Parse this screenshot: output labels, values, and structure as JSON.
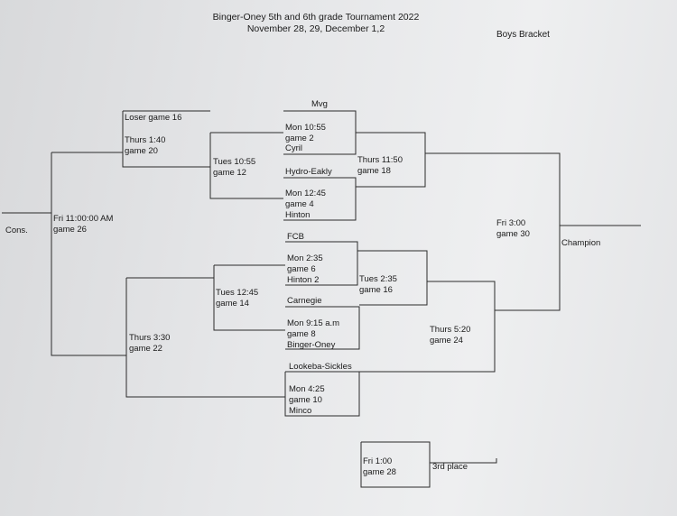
{
  "header": {
    "title": "Binger-Oney 5th and 6th grade Tournament 2022",
    "dates": "November 28, 29,  December 1,2",
    "bracket": "Boys Bracket"
  },
  "games": {
    "g2": {
      "team_top": "Mvg",
      "time": "Mon 10:55",
      "num": "game 2",
      "team_bottom": "Cyril"
    },
    "g4": {
      "team_top": "Hydro-Eakly",
      "time": "Mon 12:45",
      "num": "game 4",
      "team_bottom": "Hinton"
    },
    "g6": {
      "team_top": "FCB",
      "time": "Mon 2:35",
      "num": "game 6",
      "team_bottom": "Hinton 2"
    },
    "g8": {
      "team_top": "Carnegie",
      "time": "Mon 9:15 a.m",
      "num": "game 8",
      "team_bottom": "Binger-Oney"
    },
    "g10": {
      "team_top": "Lookeba-Sickles",
      "time": "Mon 4:25",
      "num": "game 10",
      "team_bottom": "Minco"
    },
    "g12": {
      "time": "Tues 10:55",
      "num": "game 12"
    },
    "g14": {
      "time": "Tues 12:45",
      "num": "game 14"
    },
    "g16": {
      "time": "Tues 2:35",
      "num": "game 16"
    },
    "g18": {
      "time": "Thurs 11:50",
      "num": "game 18"
    },
    "g20": {
      "loser": "Loser game 16",
      "time": "Thurs 1:40",
      "num": "game 20"
    },
    "g22": {
      "time": "Thurs 3:30",
      "num": "game 22"
    },
    "g24": {
      "time": "Thurs 5:20",
      "num": "game 24"
    },
    "g26": {
      "time": "Fri 11:00:00 AM",
      "num": "game 26"
    },
    "g28": {
      "time": "Fri 1:00",
      "num": "game 28"
    },
    "g30": {
      "time": "Fri 3:00",
      "num": "game 30"
    }
  },
  "labels": {
    "cons": "Cons.",
    "champion": "Champion",
    "third_place": "3rd place"
  }
}
